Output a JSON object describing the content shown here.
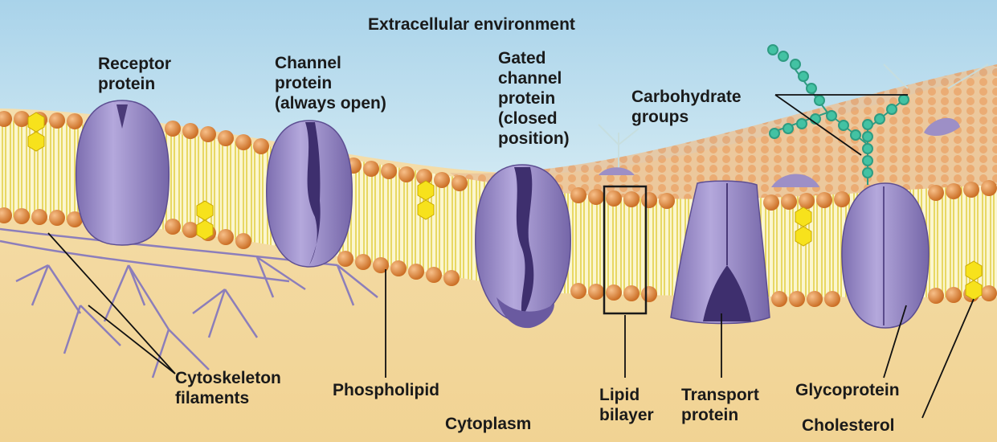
{
  "diagram": {
    "labels": {
      "extracellular": "Extracellular environment",
      "receptor": [
        "Receptor",
        "protein"
      ],
      "channel": [
        "Channel",
        "protein",
        "(always open)"
      ],
      "gated": [
        "Gated",
        "channel",
        "protein",
        "(closed",
        "position)"
      ],
      "carbohydrate": [
        "Carbohydrate",
        "groups"
      ],
      "cytoskeleton": [
        "Cytoskeleton",
        "filaments"
      ],
      "phospholipid": "Phospholipid",
      "cytoplasm": "Cytoplasm",
      "lipid_bilayer": [
        "Lipid",
        "bilayer"
      ],
      "transport": [
        "Transport",
        "protein"
      ],
      "glycoprotein": "Glycoprotein",
      "cholesterol": "Cholesterol"
    },
    "colors": {
      "extracellular_bg": "#bfe0ef",
      "cytoplasm_bg": "#f4dca6",
      "phospholipid_head": "#e08a3a",
      "lipid_tail": "#f2e15a",
      "protein": "#9d8fc6",
      "protein_dark": "#4a3a78",
      "cholesterol": "#f7e21c",
      "carbohydrate": "#3cb59a",
      "cytoskeleton": "#7b6fc0"
    }
  }
}
